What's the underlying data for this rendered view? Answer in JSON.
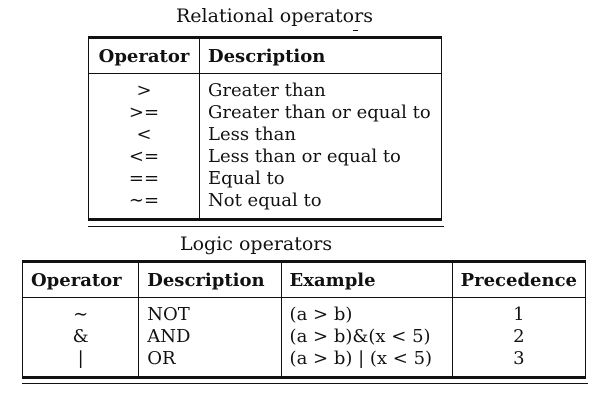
{
  "relational": {
    "caption": "Relational operators",
    "headers": [
      "Operator",
      "Description"
    ],
    "rows": [
      {
        "op": ">",
        "desc": "Greater than"
      },
      {
        "op": ">=",
        "desc": "Greater than or equal to"
      },
      {
        "op": "<",
        "desc": "Less than"
      },
      {
        "op": "<=",
        "desc": "Less than or equal to"
      },
      {
        "op": "==",
        "desc": "Equal to"
      },
      {
        "op": "∼=",
        "desc": "Not equal to"
      }
    ]
  },
  "logic": {
    "caption": "Logic operators",
    "headers": [
      "Operator",
      "Description",
      "Example",
      "Precedence"
    ],
    "rows": [
      {
        "op": "∼",
        "desc": "NOT",
        "example": "(a > b)",
        "precedence": "1"
      },
      {
        "op": "&",
        "desc": "AND",
        "example": "(a > b)&(x < 5)",
        "precedence": "2"
      },
      {
        "op": "|",
        "desc": "OR",
        "example": "(a > b) | (x < 5)",
        "precedence": "3"
      }
    ]
  }
}
